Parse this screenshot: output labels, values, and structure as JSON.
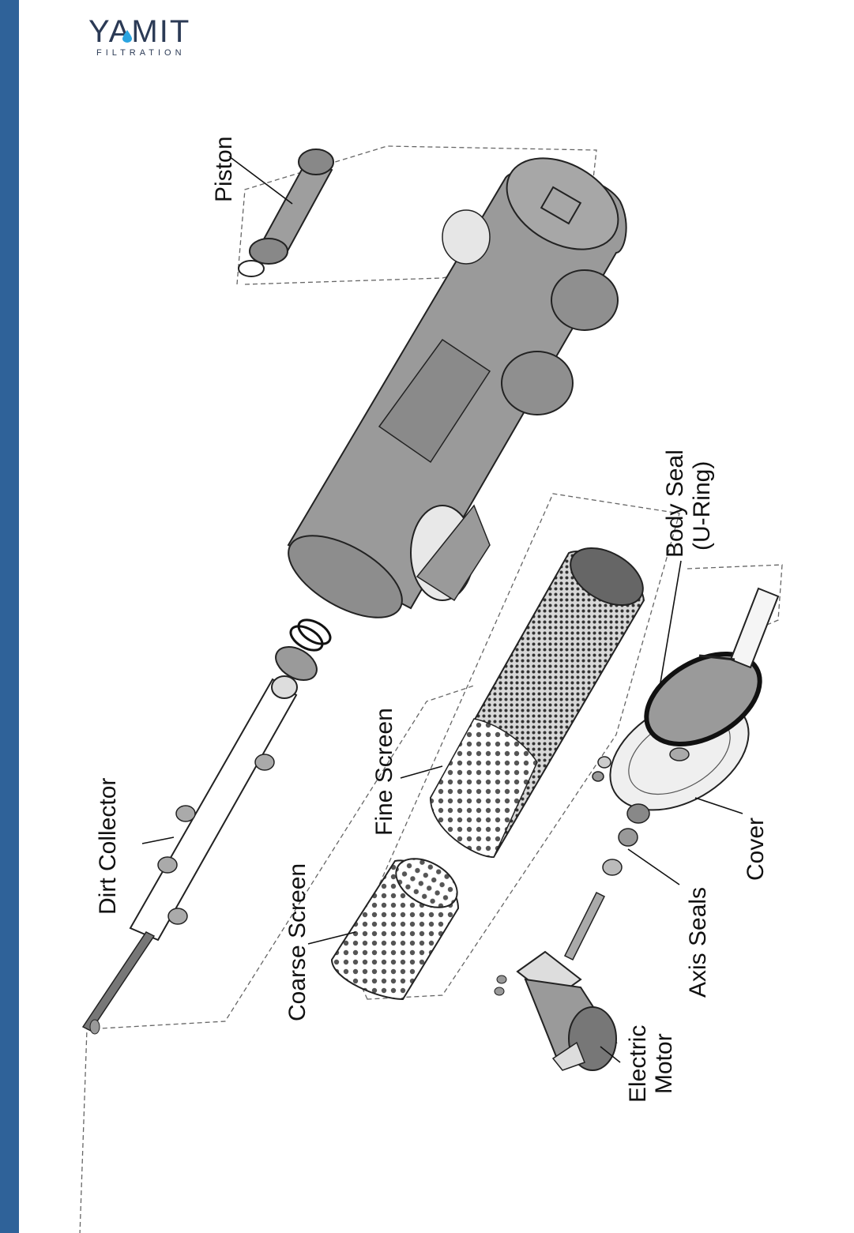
{
  "brand": {
    "name": "YAMIT",
    "tagline": "FILTRATION",
    "accent": "#2f6299",
    "drop_color": "#2aa4e0"
  },
  "labels": {
    "piston": "Piston",
    "body_seal_1": "Body Seal",
    "body_seal_2": "(U-Ring)",
    "dirt_collector": "Dirt Collector",
    "fine_screen": "Fine Screen",
    "coarse_screen": "Coarse Screen",
    "cover": "Cover",
    "axis_seals": "Axis Seals",
    "electric_motor_1": "Electric",
    "electric_motor_2": "Motor"
  }
}
